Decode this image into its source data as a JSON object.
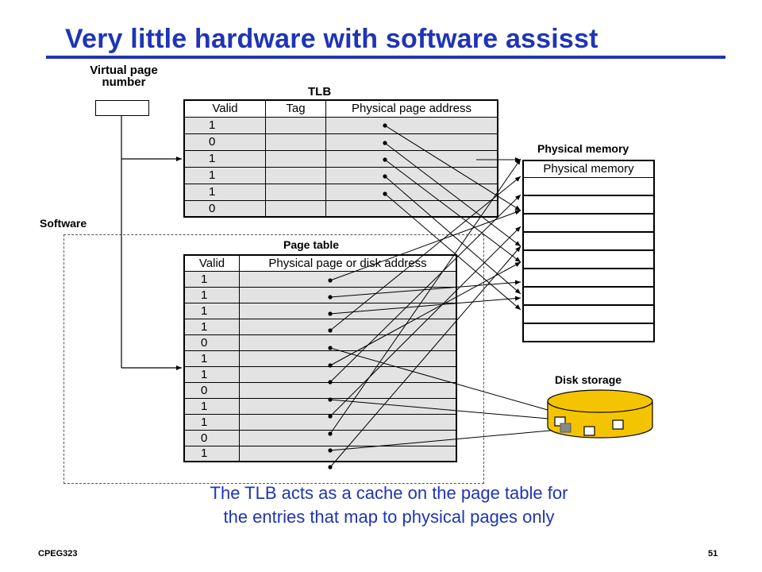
{
  "title": "Very little hardware with software assisst",
  "labels": {
    "virtual_page_number": "Virtual page\nnumber",
    "tlb": "TLB",
    "physical_memory": "Physical memory",
    "software": "Software",
    "page_table": "Page table",
    "disk_storage": "Disk storage"
  },
  "tlb": {
    "headers": [
      "Valid",
      "Tag",
      "Physical page address"
    ],
    "valid_bits": [
      "1",
      "0",
      "1",
      "1",
      "1",
      "0"
    ]
  },
  "page_table": {
    "headers": [
      "Valid",
      "Physical page or disk address"
    ],
    "valid_bits": [
      "1",
      "1",
      "1",
      "1",
      "0",
      "1",
      "1",
      "0",
      "1",
      "1",
      "0",
      "1"
    ]
  },
  "physical_memory": {
    "header": "Physical memory",
    "slots": 9
  },
  "caption": "The TLB acts as a cache on the page table for\nthe entries that map to physical pages only",
  "footer": {
    "left": "CPEG323",
    "right": "51"
  },
  "colors": {
    "title": "#1f35b5",
    "caption": "#1f35b5",
    "table_fill": "#e3e3e3",
    "disk_fill": "#f5c400"
  }
}
